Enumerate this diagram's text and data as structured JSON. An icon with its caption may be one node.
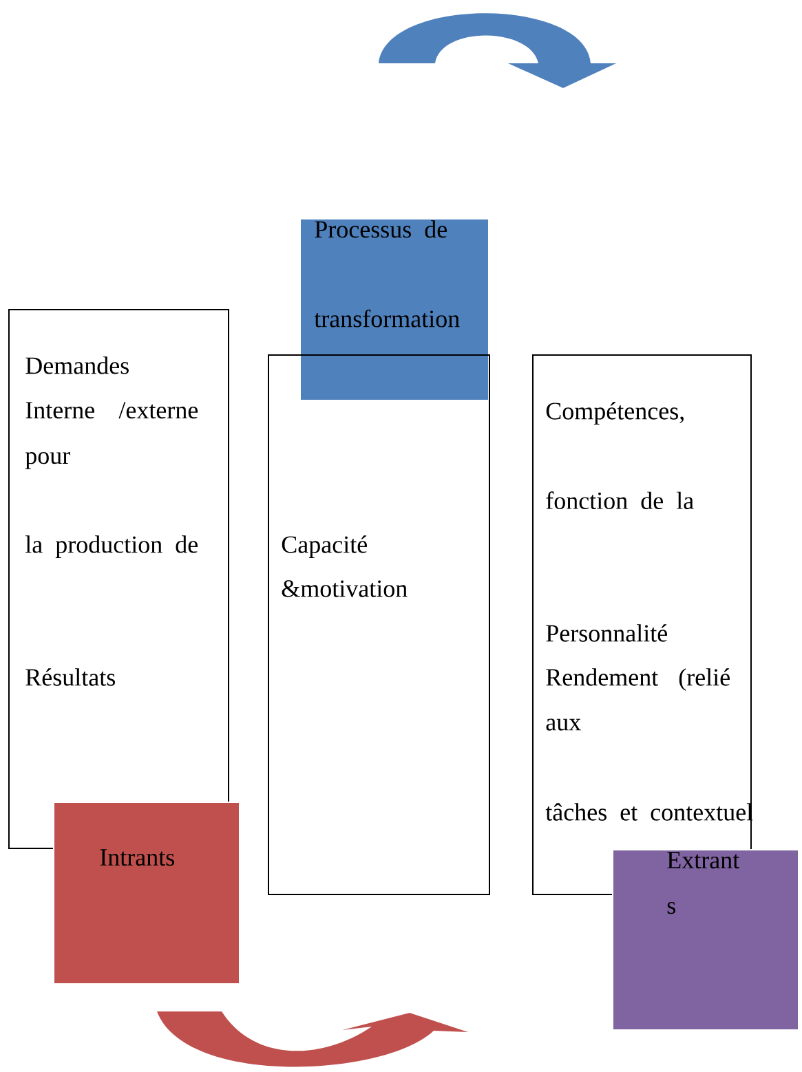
{
  "diagram": {
    "nodes": [
      {
        "text": [
          "Demandes",
          "Interne /externe pour",
          "la production de",
          "Résultats"
        ]
      },
      {
        "text": [
          "Processus de transformation"
        ]
      },
      {
        "text": [
          "Capacité &motivation"
        ]
      },
      {
        "text": [
          "Compétences,",
          "fonction de la",
          "Personnalité",
          "Rendement (relié aux",
          "tâches et contextuel"
        ]
      },
      {
        "text": [
          "Intrants"
        ]
      },
      {
        "text": [
          "Extrant s"
        ]
      }
    ]
  }
}
